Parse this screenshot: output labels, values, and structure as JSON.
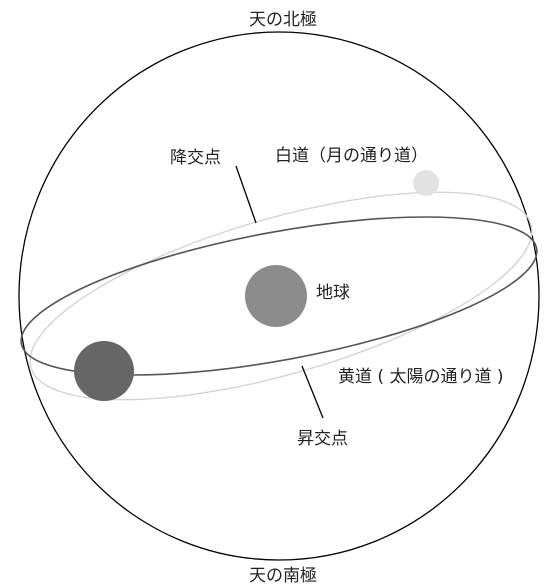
{
  "labels": {
    "north_pole": "天の北極",
    "south_pole": "天の南極",
    "descending_node": "降交点",
    "ascending_node": "昇交点",
    "moon_path": "白道（月の通り道）",
    "earth": "地球",
    "sun_path": "黄道 ( 太陽の通り道 )"
  },
  "colors": {
    "sphere_outline": "#000000",
    "ecliptic": "#555555",
    "moon_orbit": "#d4d4d4",
    "earth": "#8c8c8c",
    "sun": "#666666",
    "moon": "#e2e2e2",
    "leader_line": "#000000"
  }
}
